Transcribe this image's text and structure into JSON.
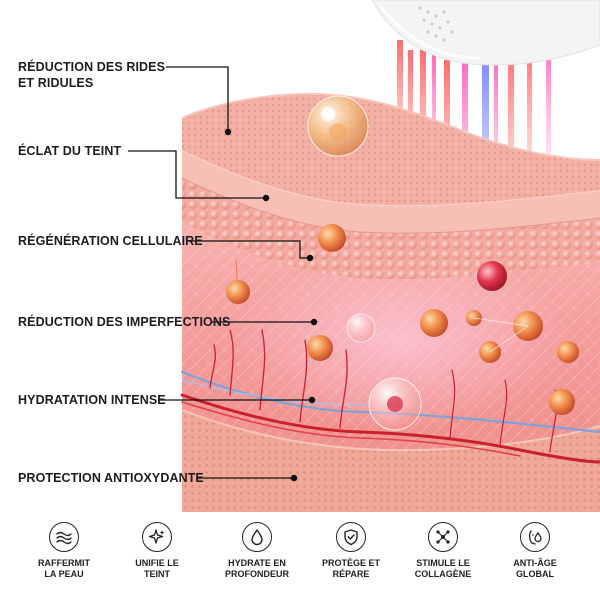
{
  "callouts": [
    {
      "id": "rides",
      "lines": [
        "RÉDUCTION DES RIDES",
        "ET RIDULES"
      ]
    },
    {
      "id": "eclat",
      "lines": [
        "ÉCLAT DU TEINT"
      ]
    },
    {
      "id": "regeneration",
      "lines": [
        "RÉGÉNÉRATION CELLULAIRE"
      ]
    },
    {
      "id": "imperfections",
      "lines": [
        "RÉDUCTION DES IMPERFECTIONS"
      ]
    },
    {
      "id": "hydratation",
      "lines": [
        "HYDRATATION INTENSE"
      ]
    },
    {
      "id": "protection",
      "lines": [
        "PROTECTION ANTIOXYDANTE"
      ]
    }
  ],
  "benefits": [
    {
      "icon": "waves-icon",
      "lines": [
        "RAFFERMIT",
        "LA PEAU"
      ]
    },
    {
      "icon": "sparkle-icon",
      "lines": [
        "UNIFIE LE",
        "TEINT"
      ]
    },
    {
      "icon": "droplet-icon",
      "lines": [
        "HYDRATE EN",
        "PROFONDEUR"
      ]
    },
    {
      "icon": "shield-icon",
      "lines": [
        "PROTÈGE ET",
        "RÉPARE"
      ]
    },
    {
      "icon": "molecule-icon",
      "lines": [
        "STIMULE LE",
        "COLLAGÈNE"
      ]
    },
    {
      "icon": "face-droplet-icon",
      "lines": [
        "ANTI-ÂGE",
        "GLOBAL"
      ]
    }
  ],
  "colors": {
    "skin_surface": "#f2b1a4",
    "dermis": "#f5a5a0",
    "vein_red": "#c8202c",
    "vein_blue": "#7ea3d8",
    "device_white": "#f4f4f6",
    "text": "#1d1d1d"
  }
}
